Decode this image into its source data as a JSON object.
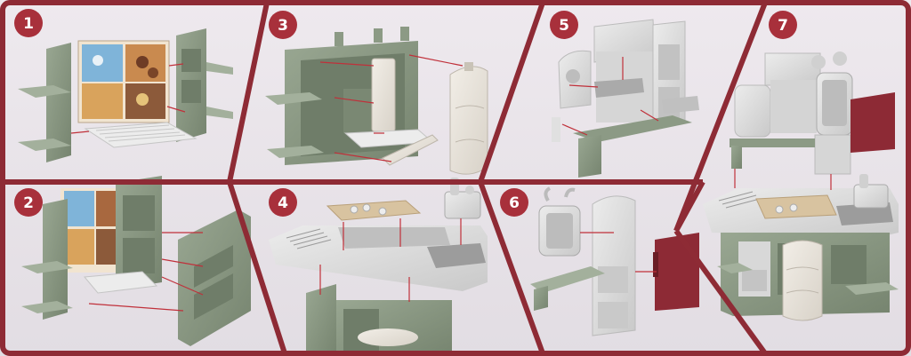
{
  "steps": [
    {
      "number": "1",
      "label": "step-1"
    },
    {
      "number": "2",
      "label": "step-2"
    },
    {
      "number": "3",
      "label": "step-3"
    },
    {
      "number": "4",
      "label": "step-4"
    },
    {
      "number": "5",
      "label": "step-5"
    },
    {
      "number": "6",
      "label": "step-6"
    },
    {
      "number": "7",
      "label": "step-7"
    }
  ],
  "colors": {
    "frame": "#8e2b35",
    "badge": "#a8303b",
    "panel_bg": "#e7e2e7",
    "green": "#8c9a85",
    "green_dark": "#6f7d69",
    "cream": "#e9e4db",
    "grey_white": "#dcdcdc",
    "wood": "#d8c3a0",
    "red_door": "#8d2a35",
    "guide_line": "#c0303a"
  }
}
